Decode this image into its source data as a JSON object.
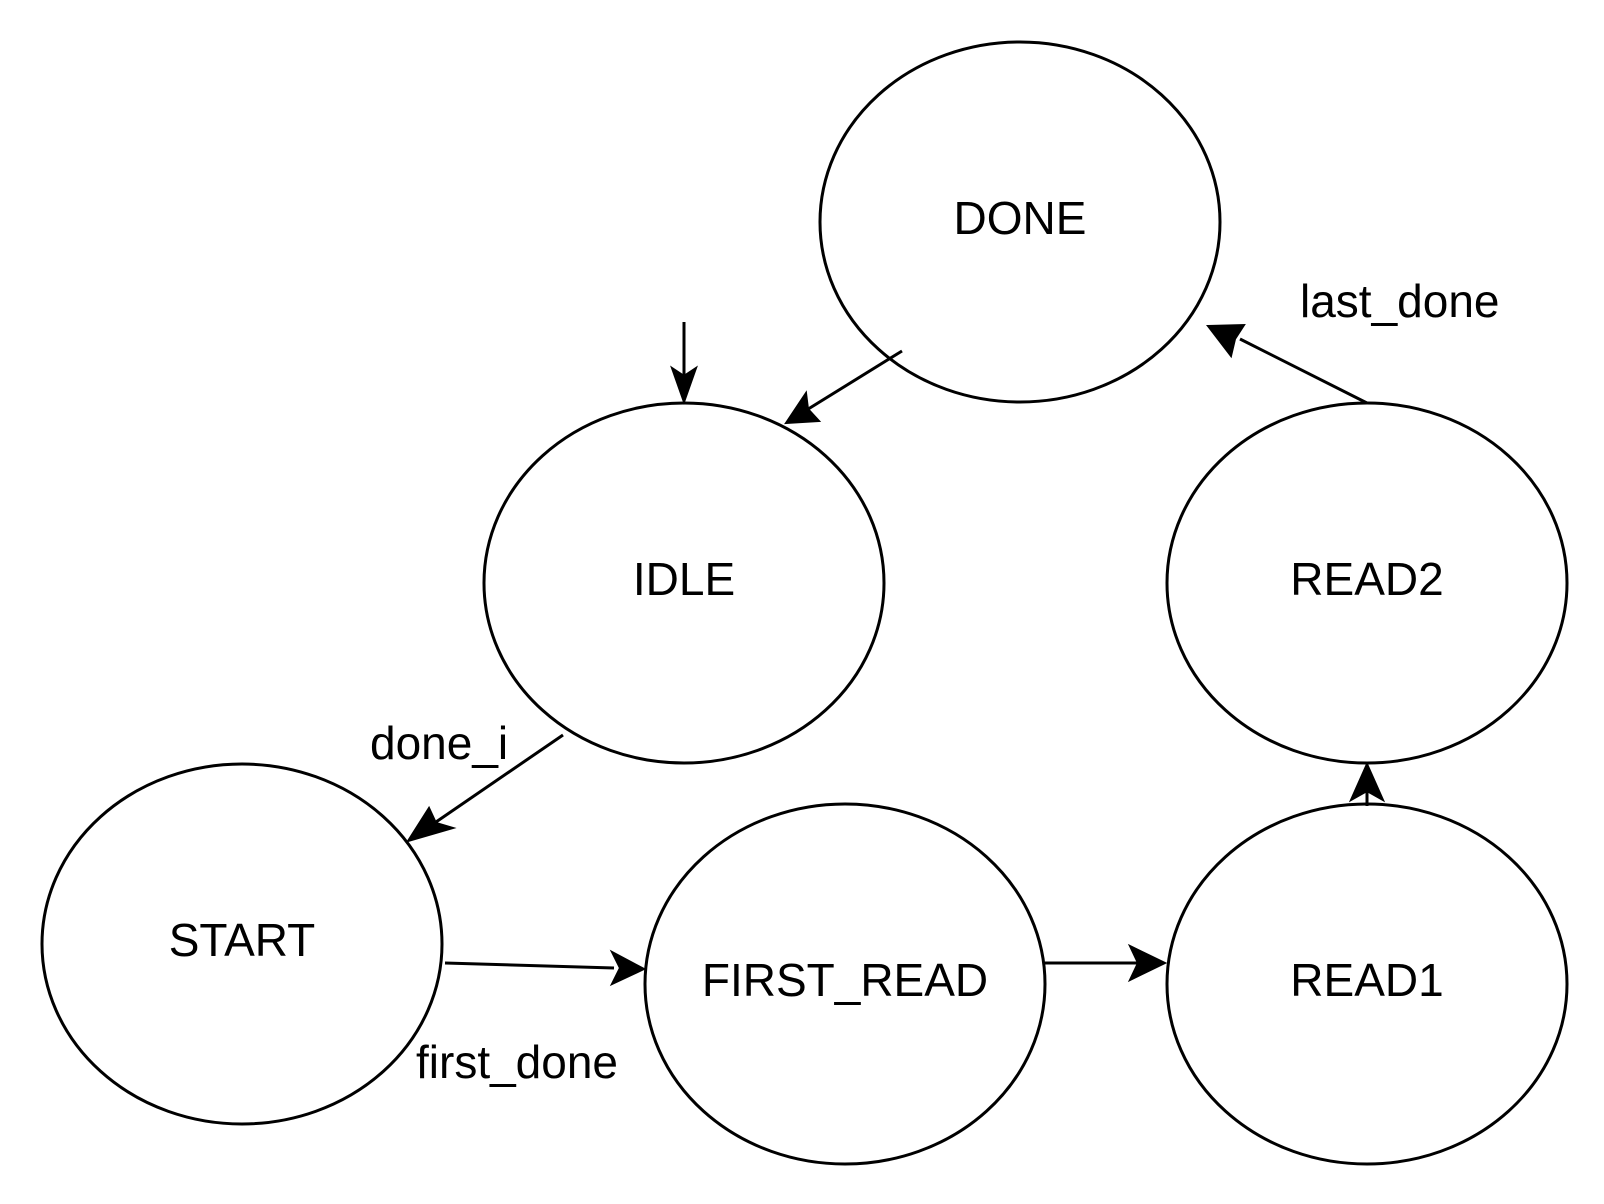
{
  "states": {
    "done": "DONE",
    "idle": "IDLE",
    "read2": "READ2",
    "start": "START",
    "first_read": "FIRST_READ",
    "read1": "READ1"
  },
  "transitions": {
    "idle_to_start": "done_i",
    "start_to_first_read": "first_done",
    "read2_to_done": "last_done"
  },
  "colors": {
    "stroke": "#000000",
    "fill": "#ffffff"
  }
}
